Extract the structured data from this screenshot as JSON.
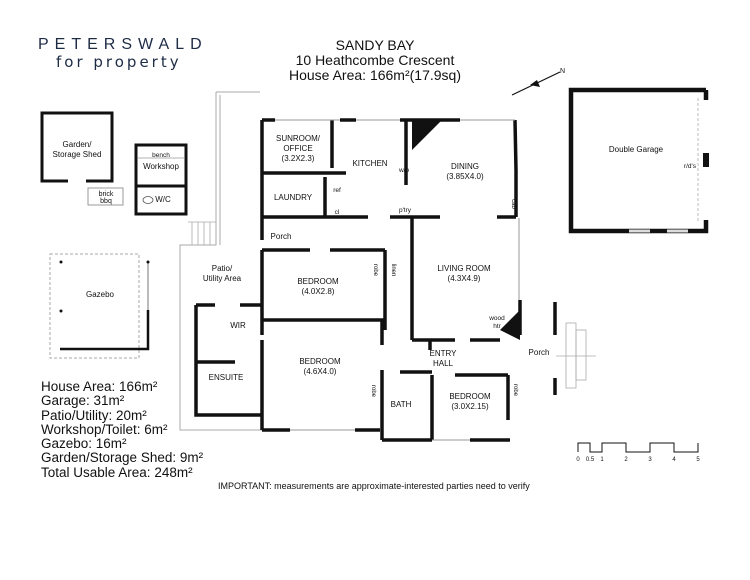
{
  "brand": {
    "name": "PETERSWALD",
    "tagline": "for property",
    "color": "#1d2b45"
  },
  "header": {
    "suburb": "SANDY BAY",
    "address": "10 Heathcombe Crescent",
    "house_area": "House Area: 166m²(17.9sq)"
  },
  "rooms": {
    "sunroom": {
      "name": "SUNROOM/",
      "name2": "OFFICE",
      "size": "(3.2X2.3)"
    },
    "kitchen": {
      "name": "KITCHEN"
    },
    "dining": {
      "name": "DINING",
      "size": "(3.85X4.0)"
    },
    "laundry": {
      "name": "LAUNDRY"
    },
    "porch_rear": {
      "name": "Porch"
    },
    "bedroom1": {
      "name": "BEDROOM",
      "size": "(4.0X2.8)"
    },
    "living": {
      "name": "LIVING ROOM",
      "size": "(4.3X4.9)"
    },
    "patio": {
      "name": "Patio/",
      "name2": "Utility Area"
    },
    "wir": {
      "name": "WIR"
    },
    "ensuite": {
      "name": "ENSUITE"
    },
    "bedroom_main": {
      "name": "BEDROOM",
      "size": "(4.6X4.0)"
    },
    "entry": {
      "name": "ENTRY",
      "name2": "HALL"
    },
    "porch_front": {
      "name": "Porch"
    },
    "bath": {
      "name": "BATH"
    },
    "bedroom3": {
      "name": "BEDROOM",
      "size": "(3.0X2.15)"
    },
    "garage": {
      "name": "Double Garage",
      "door_label": "r/d's"
    },
    "shed": {
      "name": "Garden/",
      "name2": "Storage Shed"
    },
    "workshop": {
      "name": "Workshop",
      "bench": "bench"
    },
    "wc": {
      "name": "W/C"
    },
    "bbq": {
      "name": "brick",
      "name2": "bbq"
    },
    "gazebo": {
      "name": "Gazebo"
    }
  },
  "fixtures": {
    "ref": "ref",
    "cl": "cl",
    "wo": "w/o",
    "ptry": "p'try",
    "cab": "cab",
    "robe": "robe",
    "linen": "linen",
    "wood_htr": "wood",
    "wood_htr2": "htr"
  },
  "compass": {
    "label": "N"
  },
  "areas": [
    "House Area: 166m²",
    "Garage: 31m²",
    "Patio/Utility: 20m²",
    "Workshop/Toilet: 6m²",
    "Gazebo: 16m²",
    "Garden/Storage Shed: 9m²",
    "Total Usable Area: 248m²"
  ],
  "scale": {
    "ticks": [
      "0",
      "0.5",
      "1",
      "2",
      "3",
      "4",
      "5"
    ]
  },
  "notice": "IMPORTANT: measurements are approximate-interested parties need to verify"
}
